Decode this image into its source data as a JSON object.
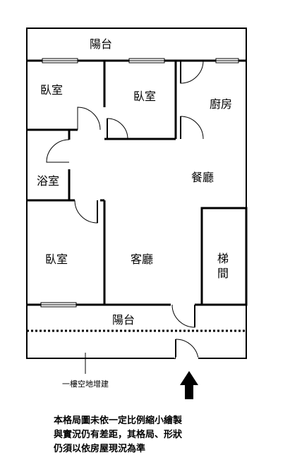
{
  "rooms": {
    "balcony_top": "陽台",
    "bedroom_top_left": "臥室",
    "bedroom_top_mid": "臥室",
    "kitchen": "廚房",
    "bathroom": "浴室",
    "dining": "餐廳",
    "bedroom_bottom": "臥室",
    "living": "客廳",
    "stair_line1": "梯",
    "stair_line2": "間",
    "balcony_bottom": "陽台"
  },
  "annotation": "一樓空地增建",
  "disclaimer": [
    "本格局圖未依一定比例縮小繪製",
    "與實況仍有差距，其格局、形狀",
    "仍須以依房屋現況為準"
  ]
}
